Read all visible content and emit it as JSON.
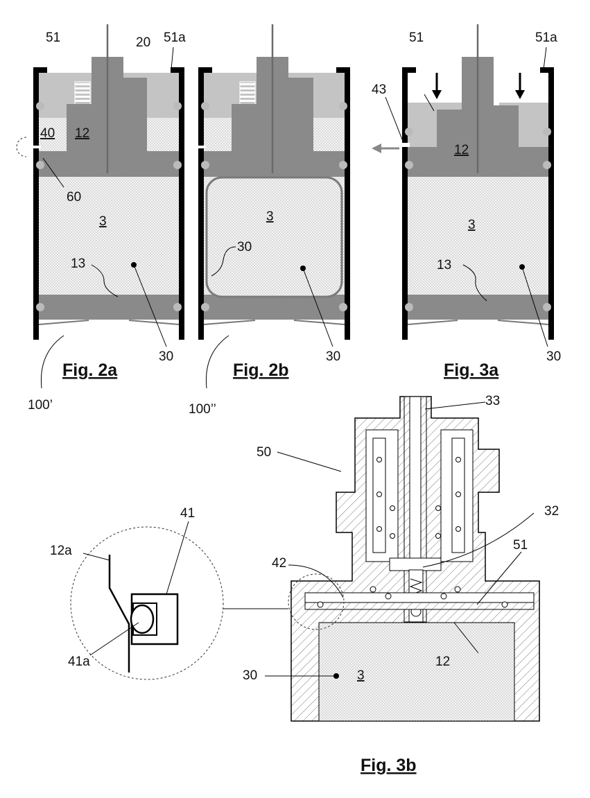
{
  "figures": {
    "fig2a": {
      "caption": "Fig. 2a",
      "labels": {
        "a": "51",
        "b": "20",
        "c": "51a",
        "d": "40",
        "e": "12",
        "f": "60",
        "g": "3",
        "h": "13",
        "i": "30",
        "j": "100’"
      }
    },
    "fig2b": {
      "caption": "Fig. 2b",
      "labels": {
        "a": "3",
        "b": "30",
        "c": "30",
        "d": "100’’"
      }
    },
    "fig3a": {
      "caption": "Fig. 3a",
      "labels": {
        "a": "51",
        "b": "51a",
        "c": "43",
        "d": "12",
        "e": "3",
        "f": "13",
        "g": "30"
      }
    },
    "fig3b": {
      "caption": "Fig. 3b",
      "labels": {
        "a": "33",
        "b": "50",
        "c": "32",
        "d": "41",
        "e": "51",
        "f": "42",
        "g": "12a",
        "h": "12",
        "i": "30",
        "j": "3",
        "k": "41a"
      }
    }
  },
  "colors": {
    "frame": "#000000",
    "piston": "#8a8a8a",
    "cap": "#c4c4c4",
    "fill": "#efefef",
    "dot": "#c8c8c8"
  }
}
